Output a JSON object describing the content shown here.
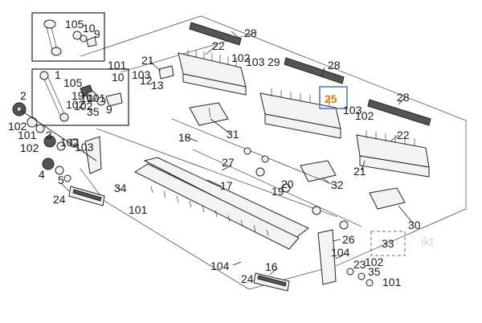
{
  "diagram": {
    "highlight_color": "#e07b00",
    "highlight_box_color": "#4a7ebb",
    "watermark": "ikt",
    "labels": {
      "p1": "1",
      "p2": "2",
      "p3": "3",
      "p4": "4",
      "p5": "5",
      "p9_top": "9",
      "p9_mid": "9",
      "p10_top": "10",
      "p10_mid": "10",
      "p12": "12",
      "p13": "13",
      "p16": "16",
      "p17": "17",
      "p18": "18",
      "p19_mid": "19",
      "p19_lower": "19",
      "p20": "20",
      "p21_left": "21",
      "p21_right": "21",
      "p22_left": "22",
      "p22_right": "22",
      "p23": "23",
      "p24_left": "24",
      "p24_bottom": "24",
      "p25": "25",
      "p26": "26",
      "p27": "27",
      "p28_left": "28",
      "p28_mid": "28",
      "p28_right": "28",
      "p29": "29",
      "p30": "30",
      "p31": "31",
      "p32": "32",
      "p33": "33",
      "p34": "34",
      "p35_mid": "35",
      "p35_bottom": "35",
      "p101_a": "101",
      "p101_b": "101",
      "p101_c": "101",
      "p101_d": "101",
      "p101_e": "101",
      "p102_a": "102",
      "p102_b": "102",
      "p102_c": "102",
      "p102_d": "102",
      "p102_e": "102",
      "p102_f": "102",
      "p102_g": "102",
      "p102_h": "102",
      "p103_a": "103",
      "p103_b": "103",
      "p103_c": "103",
      "p103_d": "103",
      "p104_a": "104",
      "p104_b": "104",
      "p105_top": "105",
      "p105_mid": "105"
    }
  }
}
